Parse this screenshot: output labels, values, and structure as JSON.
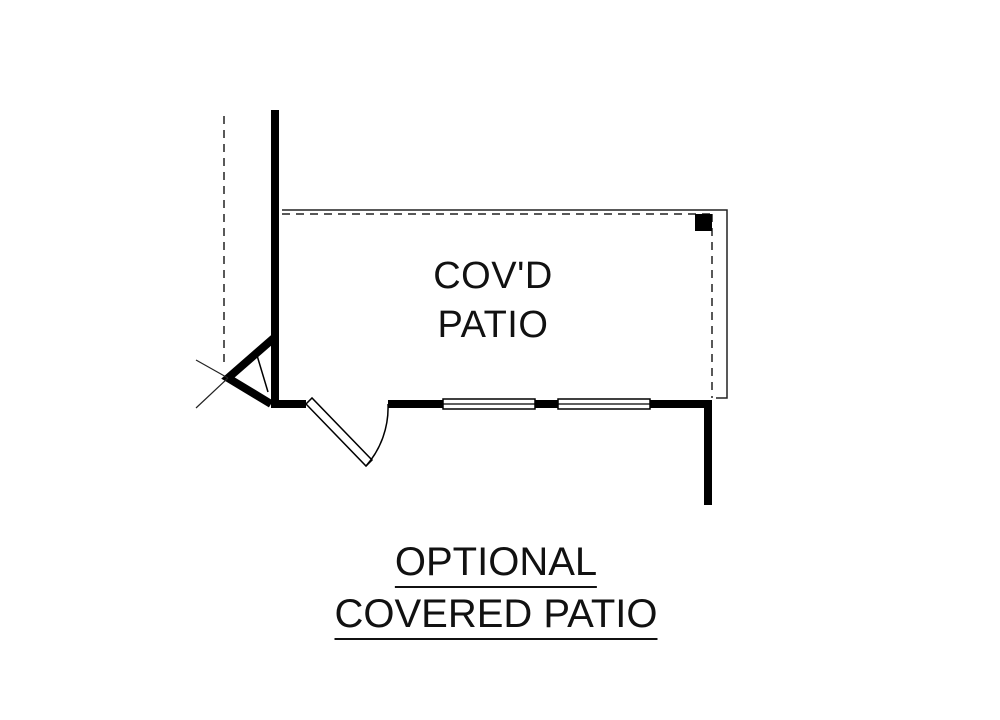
{
  "colors": {
    "wall": "#000000",
    "line": "#222222",
    "background": "#ffffff"
  },
  "room": {
    "label_line1": "COV'D",
    "label_line2": "PATIO"
  },
  "caption": {
    "line1": "OPTIONAL",
    "line2": "COVERED PATIO"
  }
}
